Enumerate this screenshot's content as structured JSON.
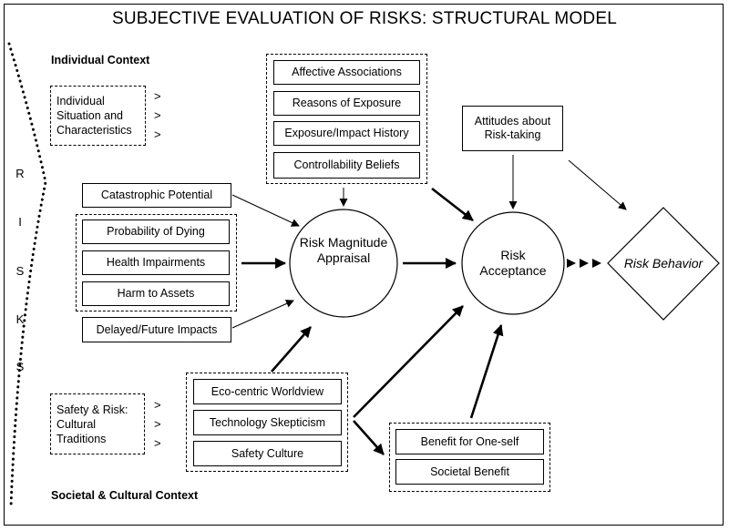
{
  "title": "SUBJECTIVE EVALUATION OF RISKS: STRUCTURAL MODEL",
  "individual_context": {
    "heading": "Individual Context",
    "group_label": "Individual Situation and Characteristics"
  },
  "societal_context": {
    "heading": "Societal & Cultural Context",
    "group_label": "Safety & Risk: Cultural Traditions"
  },
  "risks_letters": [
    "R",
    "I",
    "S",
    "K",
    "S"
  ],
  "chevron": ">",
  "top_group": [
    "Affective Associations",
    "Reasons of Exposure",
    "Exposure/Impact History",
    "Controllability  Beliefs"
  ],
  "attitudes": "Attitudes about Risk-taking",
  "catastrophic": "Catastrophic Potential",
  "harm_group": [
    "Probability of Dying",
    "Health Impairments",
    "Harm to Assets"
  ],
  "delayed": "Delayed/Future Impacts",
  "worldview_group": [
    "Eco-centric Worldview",
    "Technology Skepticism",
    "Safety Culture"
  ],
  "benefit_group": [
    "Benefit for One-self",
    "Societal Benefit"
  ],
  "appraisal": "Risk Magnitude Appraisal",
  "acceptance": "Risk Acceptance",
  "behavior": "Risk Behavior"
}
